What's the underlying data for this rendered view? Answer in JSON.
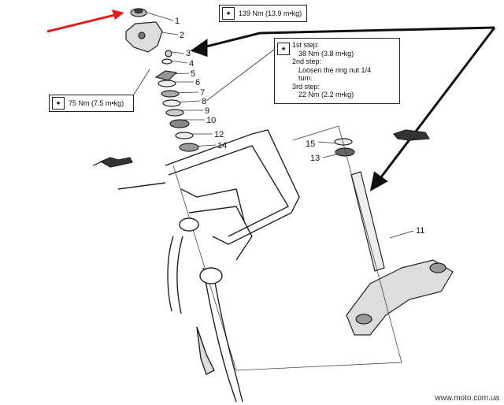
{
  "torque_specs": {
    "top": "139 Nm (13.9 m•kg)",
    "left": "75 Nm (7.5 m•kg)"
  },
  "steps": {
    "s1_title": "1st step:",
    "s1_value": "38 Nm (3.8 m•kg)",
    "s2_title": "2nd step:",
    "s2_line1": "Loosen the ring nut 1/4",
    "s2_line2": "turn.",
    "s3_title": "3rd step:",
    "s3_value": "22 Nm (2.2 m•kg)"
  },
  "part_numbers": [
    "1",
    "2",
    "3",
    "4",
    "5",
    "6",
    "7",
    "8",
    "9",
    "10",
    "12",
    "14",
    "15",
    "13",
    "11"
  ],
  "watermark": "www.moto.com.ua",
  "colors": {
    "arrow_red": "#e02020",
    "line": "#222222"
  }
}
